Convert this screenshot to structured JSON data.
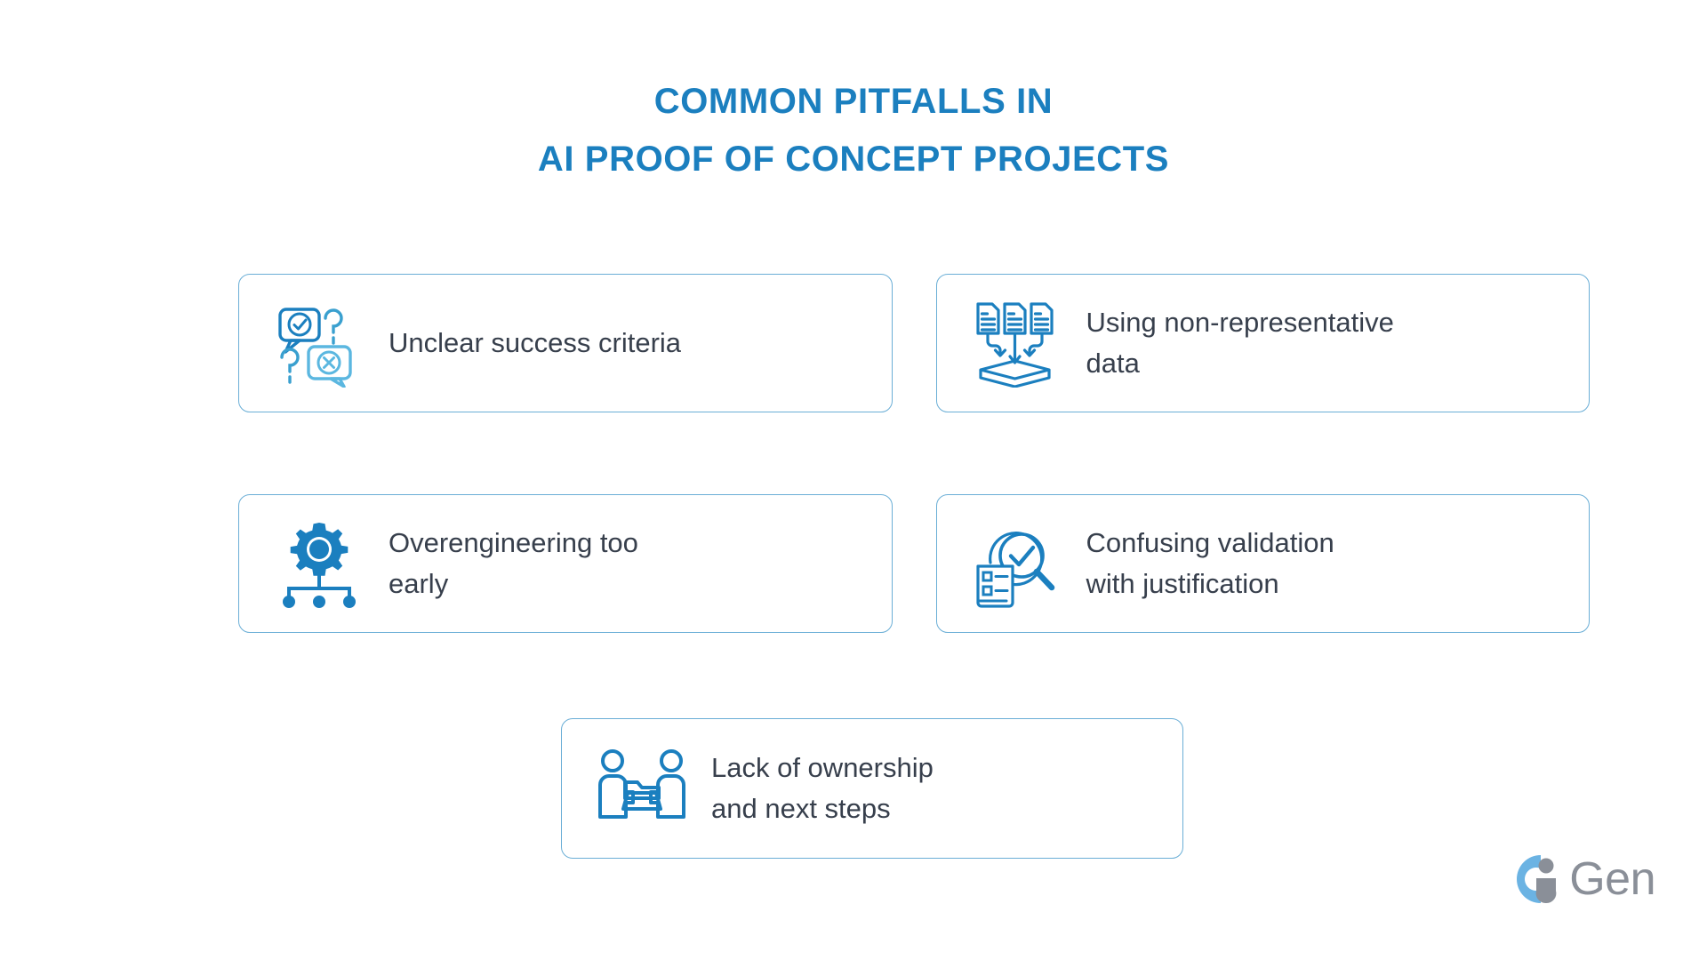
{
  "title": {
    "line1": "COMMON PITFALLS IN",
    "line2": "AI PROOF OF CONCEPT PROJECTS",
    "color": "#1b7fbf"
  },
  "theme": {
    "background": "#ffffff",
    "card_border": "#6aaed6",
    "card_label_color": "#373f4c",
    "icon_blue": "#1b7fbf",
    "icon_light_blue": "#5bb7e0",
    "logo_blue": "#6bb3e3",
    "logo_gray": "#8a8f98"
  },
  "cards": [
    {
      "id": "unclear-success-criteria",
      "label": "Unclear success criteria",
      "icon": "speech-bubbles-question-icon"
    },
    {
      "id": "non-representative-data",
      "label": "Using non-representative\ndata",
      "icon": "documents-to-tray-icon"
    },
    {
      "id": "overengineering-too-early",
      "label": "Overengineering too\nearly",
      "icon": "gear-hierarchy-icon"
    },
    {
      "id": "confusing-validation",
      "label": "Confusing validation\nwith justification",
      "icon": "magnifier-checklist-icon"
    },
    {
      "id": "lack-of-ownership",
      "label": "Lack of ownership\nand next steps",
      "icon": "handover-people-icon"
    }
  ],
  "logo": {
    "text": "Gen",
    "mark": "cigen-logo-icon"
  }
}
